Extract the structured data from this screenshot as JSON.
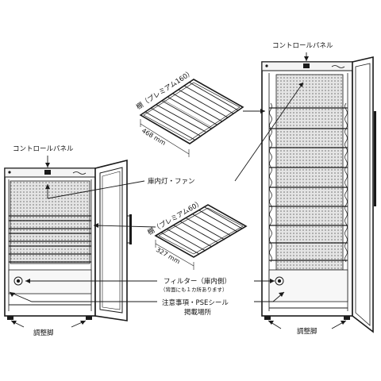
{
  "labels": {
    "control_panel_left": "コントロールパネル",
    "control_panel_right": "コントロールパネル",
    "shelf_premium160": "棚（プレミアム160）",
    "shelf_premium60": "棚（プレミアム60）",
    "dim_468": "468 mm",
    "dim_327": "327 mm",
    "light_fan": "庫内灯・ファン",
    "filter": "フィルター（庫内側）",
    "filter_note": "（背面にも１カ所あります）",
    "caution_line1": "注意事項・PSEシール",
    "caution_line2": "掲載場所",
    "adjust_feet_left": "調整脚",
    "adjust_feet_right": "調整脚"
  },
  "colors": {
    "line": "#1a1a1a",
    "mesh": "#9a9a9a",
    "background": "#ffffff"
  }
}
